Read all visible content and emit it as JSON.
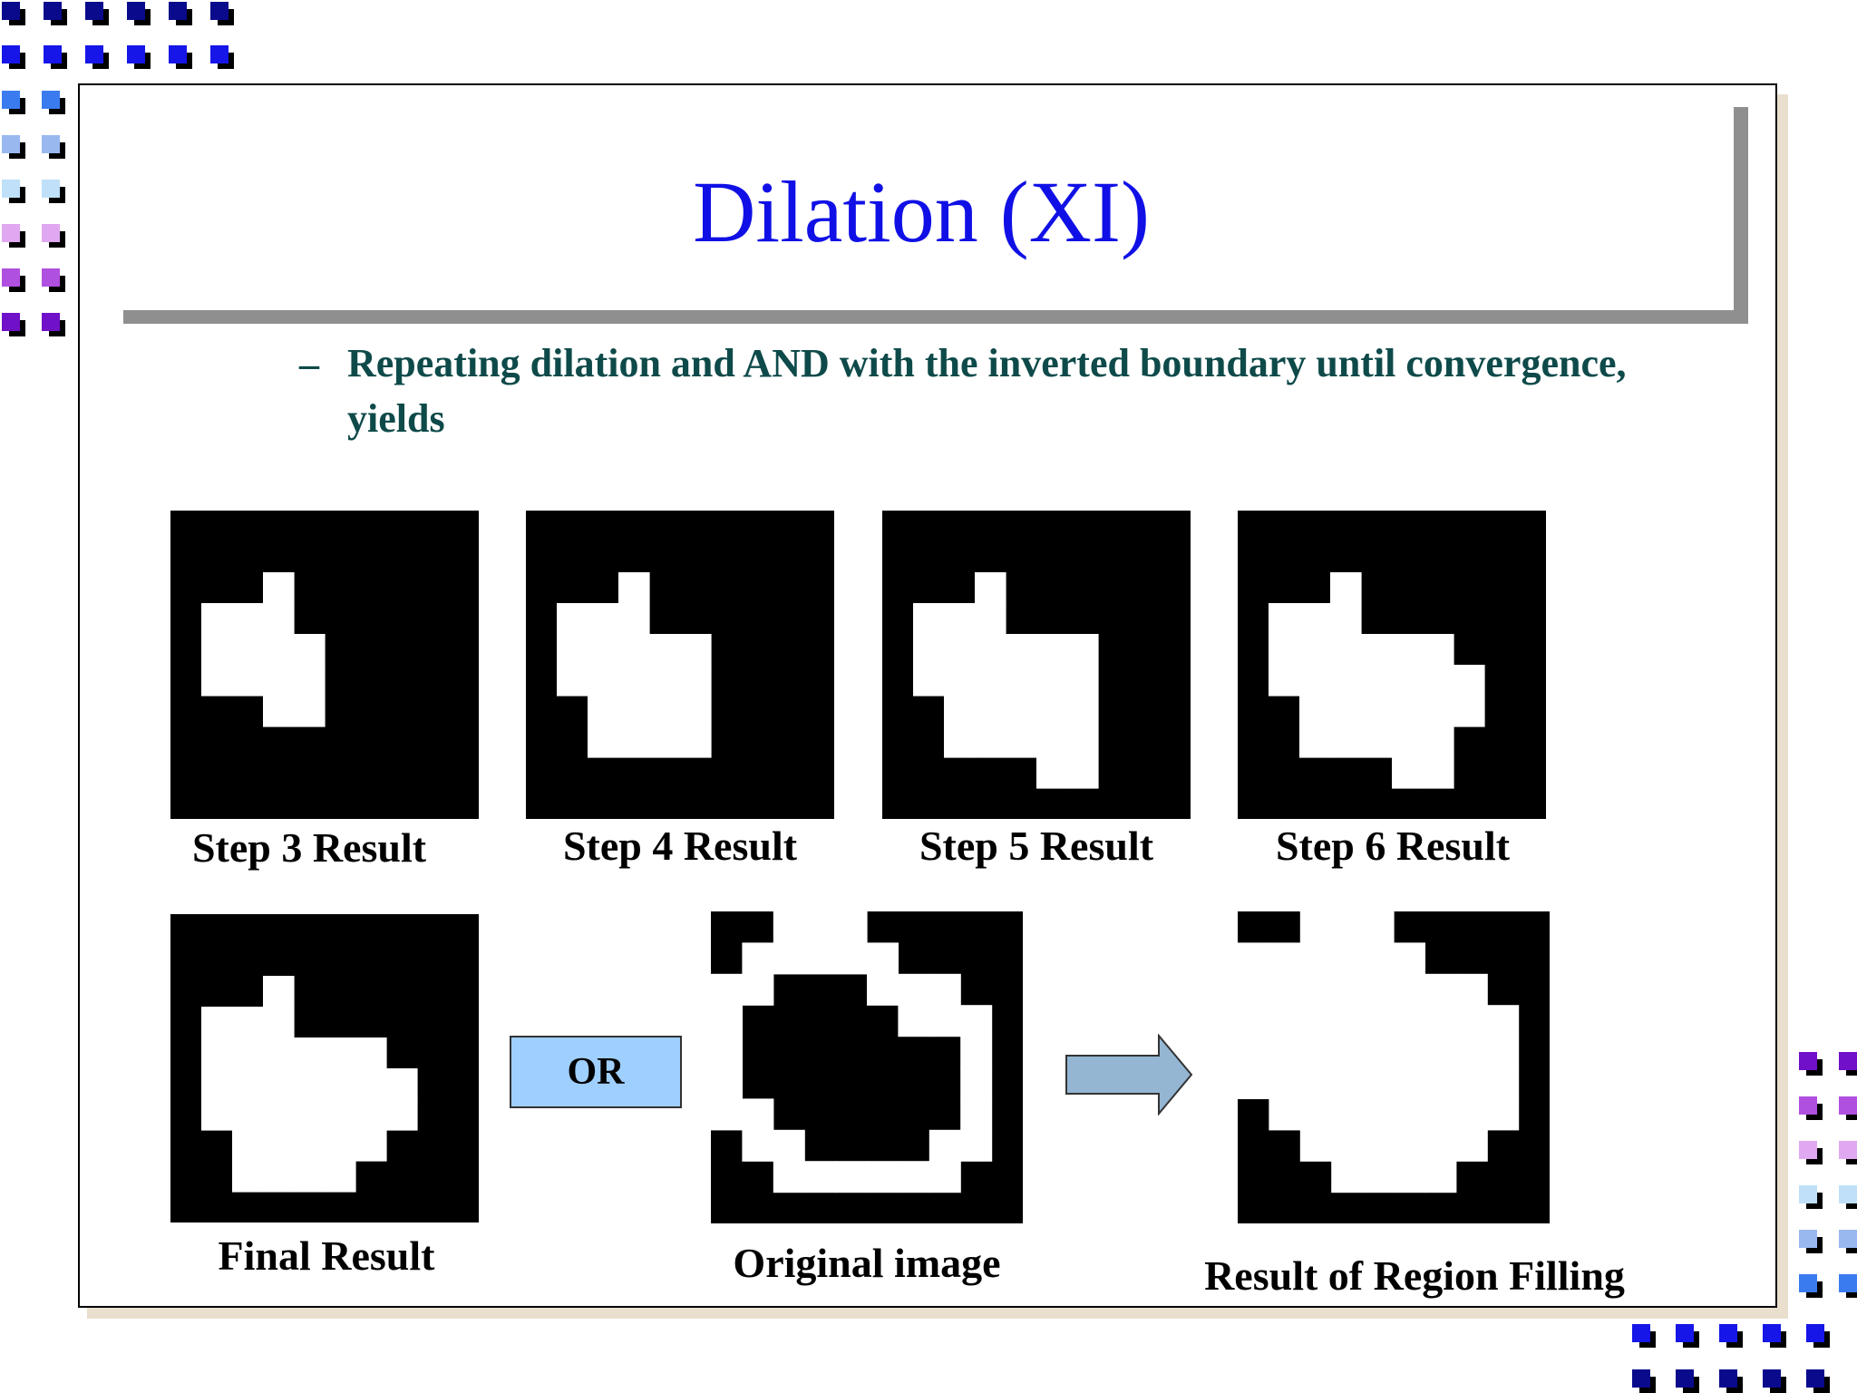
{
  "slide": {
    "title": "Dilation (XI)",
    "bullet_marker": "–",
    "bullet_text": "Repeating dilation and AND with the inverted boundary until convergence, yields"
  },
  "panels": [
    {
      "id": "step3",
      "caption": "Step 3 Result",
      "grid": [
        "0000000000",
        "0000000000",
        "0001000000",
        "0111000000",
        "0111100000",
        "0111100000",
        "0001100000",
        "0000000000",
        "0000000000",
        "0000000000"
      ]
    },
    {
      "id": "step4",
      "caption": "Step 4 Result",
      "grid": [
        "0000000000",
        "0000000000",
        "0001000000",
        "0111000000",
        "0111110000",
        "0111110000",
        "0011110000",
        "0011110000",
        "0000000000",
        "0000000000"
      ]
    },
    {
      "id": "step5",
      "caption": "Step 5 Result",
      "grid": [
        "0000000000",
        "0000000000",
        "0001000000",
        "0111000000",
        "0111111000",
        "0111111000",
        "0011111000",
        "0011111000",
        "0000011000",
        "0000000000"
      ]
    },
    {
      "id": "step6",
      "caption": "Step 6 Result",
      "grid": [
        "0000000000",
        "0000000000",
        "0001000000",
        "0111000000",
        "0111111000",
        "0111111100",
        "0011111100",
        "0011111000",
        "0000011000",
        "0000000000"
      ]
    },
    {
      "id": "final",
      "caption": "Final Result",
      "grid": [
        "0000000000",
        "0000000000",
        "0001000000",
        "0111000000",
        "0111111000",
        "0111111100",
        "0111111100",
        "0011111000",
        "0011110000",
        "0000000000"
      ]
    },
    {
      "id": "original",
      "caption": "Original image",
      "grid": [
        "0011100000",
        "0111110000",
        "1100011100",
        "1000001110",
        "1000000010",
        "1000000010",
        "1100000010",
        "0110000110",
        "0011111100",
        "0000000000"
      ]
    },
    {
      "id": "filled",
      "caption": "Result of Region Filling",
      "grid": [
        "0011100000",
        "1111110000",
        "1111111100",
        "1111111110",
        "1111111110",
        "1111111110",
        "0111111110",
        "0011111100",
        "0001111000",
        "0000000000"
      ]
    }
  ],
  "operator_label": "OR",
  "colors": {
    "title": "#1010e6",
    "bullet": "#0f4a4a",
    "or_box": "#9fcfff",
    "arrow": "#94b6d2",
    "shadow_bar": "#8f8f8f"
  }
}
